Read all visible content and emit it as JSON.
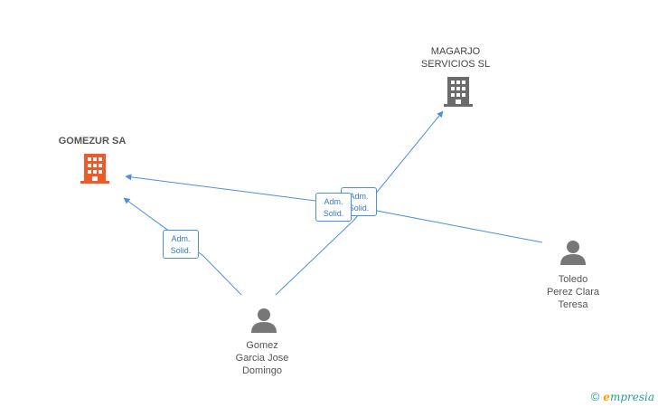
{
  "nodes": {
    "gomezur": {
      "label": "GOMEZUR SA",
      "color": "#f05a28"
    },
    "magarjo": {
      "label": "MAGARJO\nSERVICIOS SL",
      "color": "#6b6b6b"
    },
    "gomez": {
      "label": "Gomez\nGarcia Jose\nDomingo"
    },
    "toledo": {
      "label": "Toledo\nPerez Clara\nTeresa"
    }
  },
  "edges": [
    {
      "label": "Adm.\nSolid."
    },
    {
      "label": "Adm.\nSolid."
    },
    {
      "label": "Adm.\nSolid."
    }
  ],
  "colors": {
    "edge": "#4a90e2",
    "person": "#777777"
  },
  "footer": {
    "copyright_symbol": "©",
    "brand_e": "e",
    "brand_rest": "mpresia"
  }
}
